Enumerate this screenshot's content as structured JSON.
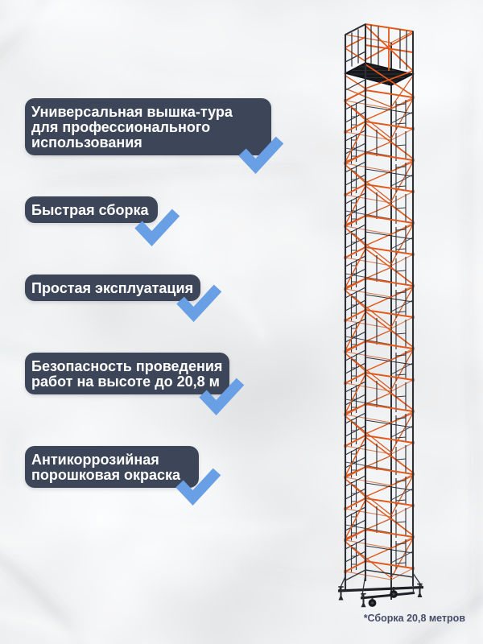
{
  "poster": {
    "background_color": "#edeeef",
    "bubble_color": "#3d4659",
    "check_color": "#699fe5",
    "orange_color": "#e2591b",
    "text_color": "#ffffff",
    "footnote_color": "#454d69"
  },
  "features": [
    {
      "label": "Универсальная вышка-тура\nдля профессионального\nиспользования"
    },
    {
      "label": "Быстрая сборка"
    },
    {
      "label": "Простая эксплуатация"
    },
    {
      "label": "Безопасность проведения\nработ на высоте до 20,8 м"
    },
    {
      "label": "Антикоррозийная\nпорошковая окраска"
    }
  ],
  "footnote": {
    "text": "*Сборка 20,8 метров"
  }
}
